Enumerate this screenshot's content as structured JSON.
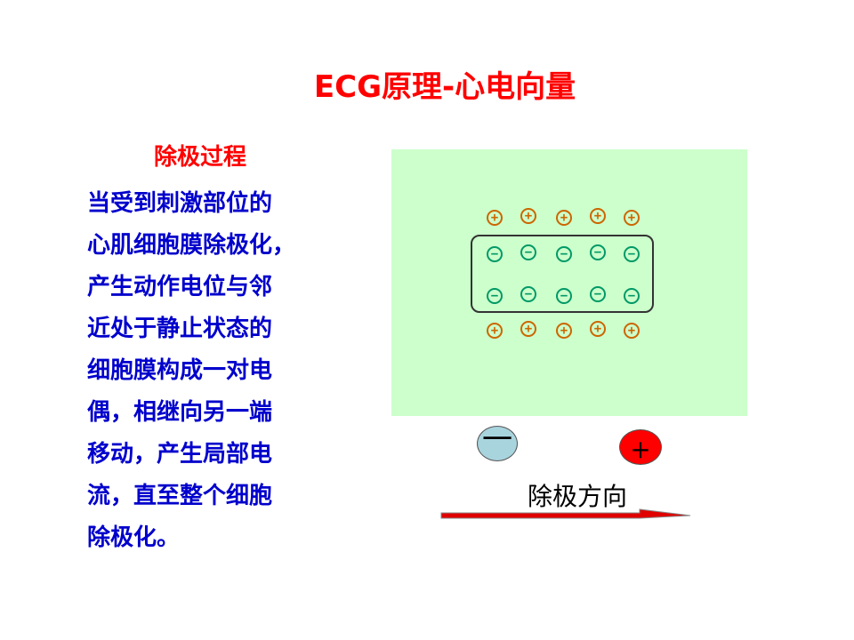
{
  "slide": {
    "title": "ECG原理-心电向量",
    "subtitle": "除极过程",
    "body_lines": [
      "当受到刺激部位的",
      "心肌细胞膜除极化，",
      "产生动作电位与邻",
      "近处于静止状态的",
      "细胞膜构成一对电",
      "偶，相继向另一端",
      "移动，产生局部电",
      "流，直至整个细胞",
      "除极化。"
    ]
  },
  "diagram": {
    "charge_rows": [
      {
        "sign": "+",
        "count": 5
      },
      {
        "sign": "-",
        "count": 5
      },
      {
        "sign": "-",
        "count": 5
      },
      {
        "sign": "+",
        "count": 5
      }
    ],
    "negative_electrode": "一",
    "positive_electrode": "+",
    "direction_label": "除极方向",
    "colors": {
      "panel": "#ccffcc",
      "positive_charge": "#cc6600",
      "negative_charge": "#009966",
      "arrow": "#e00000",
      "title": "#ff0000",
      "body_text": "#0000cc"
    }
  }
}
